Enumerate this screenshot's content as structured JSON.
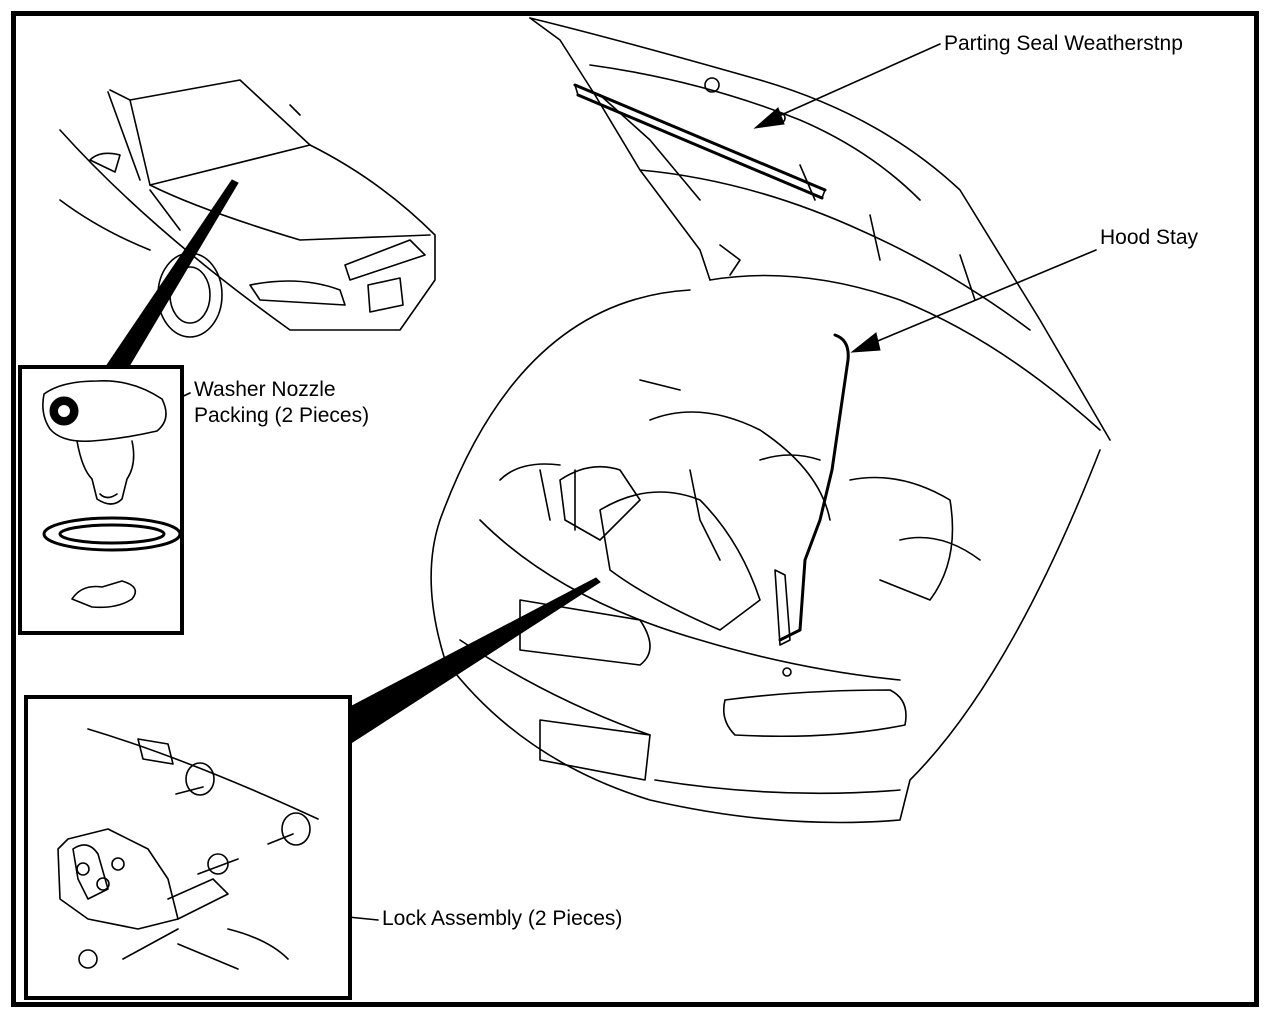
{
  "labels": {
    "parting_seal": "Parting Seal Weatherstnp",
    "hood_stay": "Hood Stay",
    "washer_nozzle_line1": "Washer Nozzle",
    "washer_nozzle_line2": "Packing (2 Pieces)",
    "lock_assembly": "Lock Assembly (2 Pieces)"
  },
  "colors": {
    "ink": "#000000",
    "paper": "#ffffff"
  }
}
